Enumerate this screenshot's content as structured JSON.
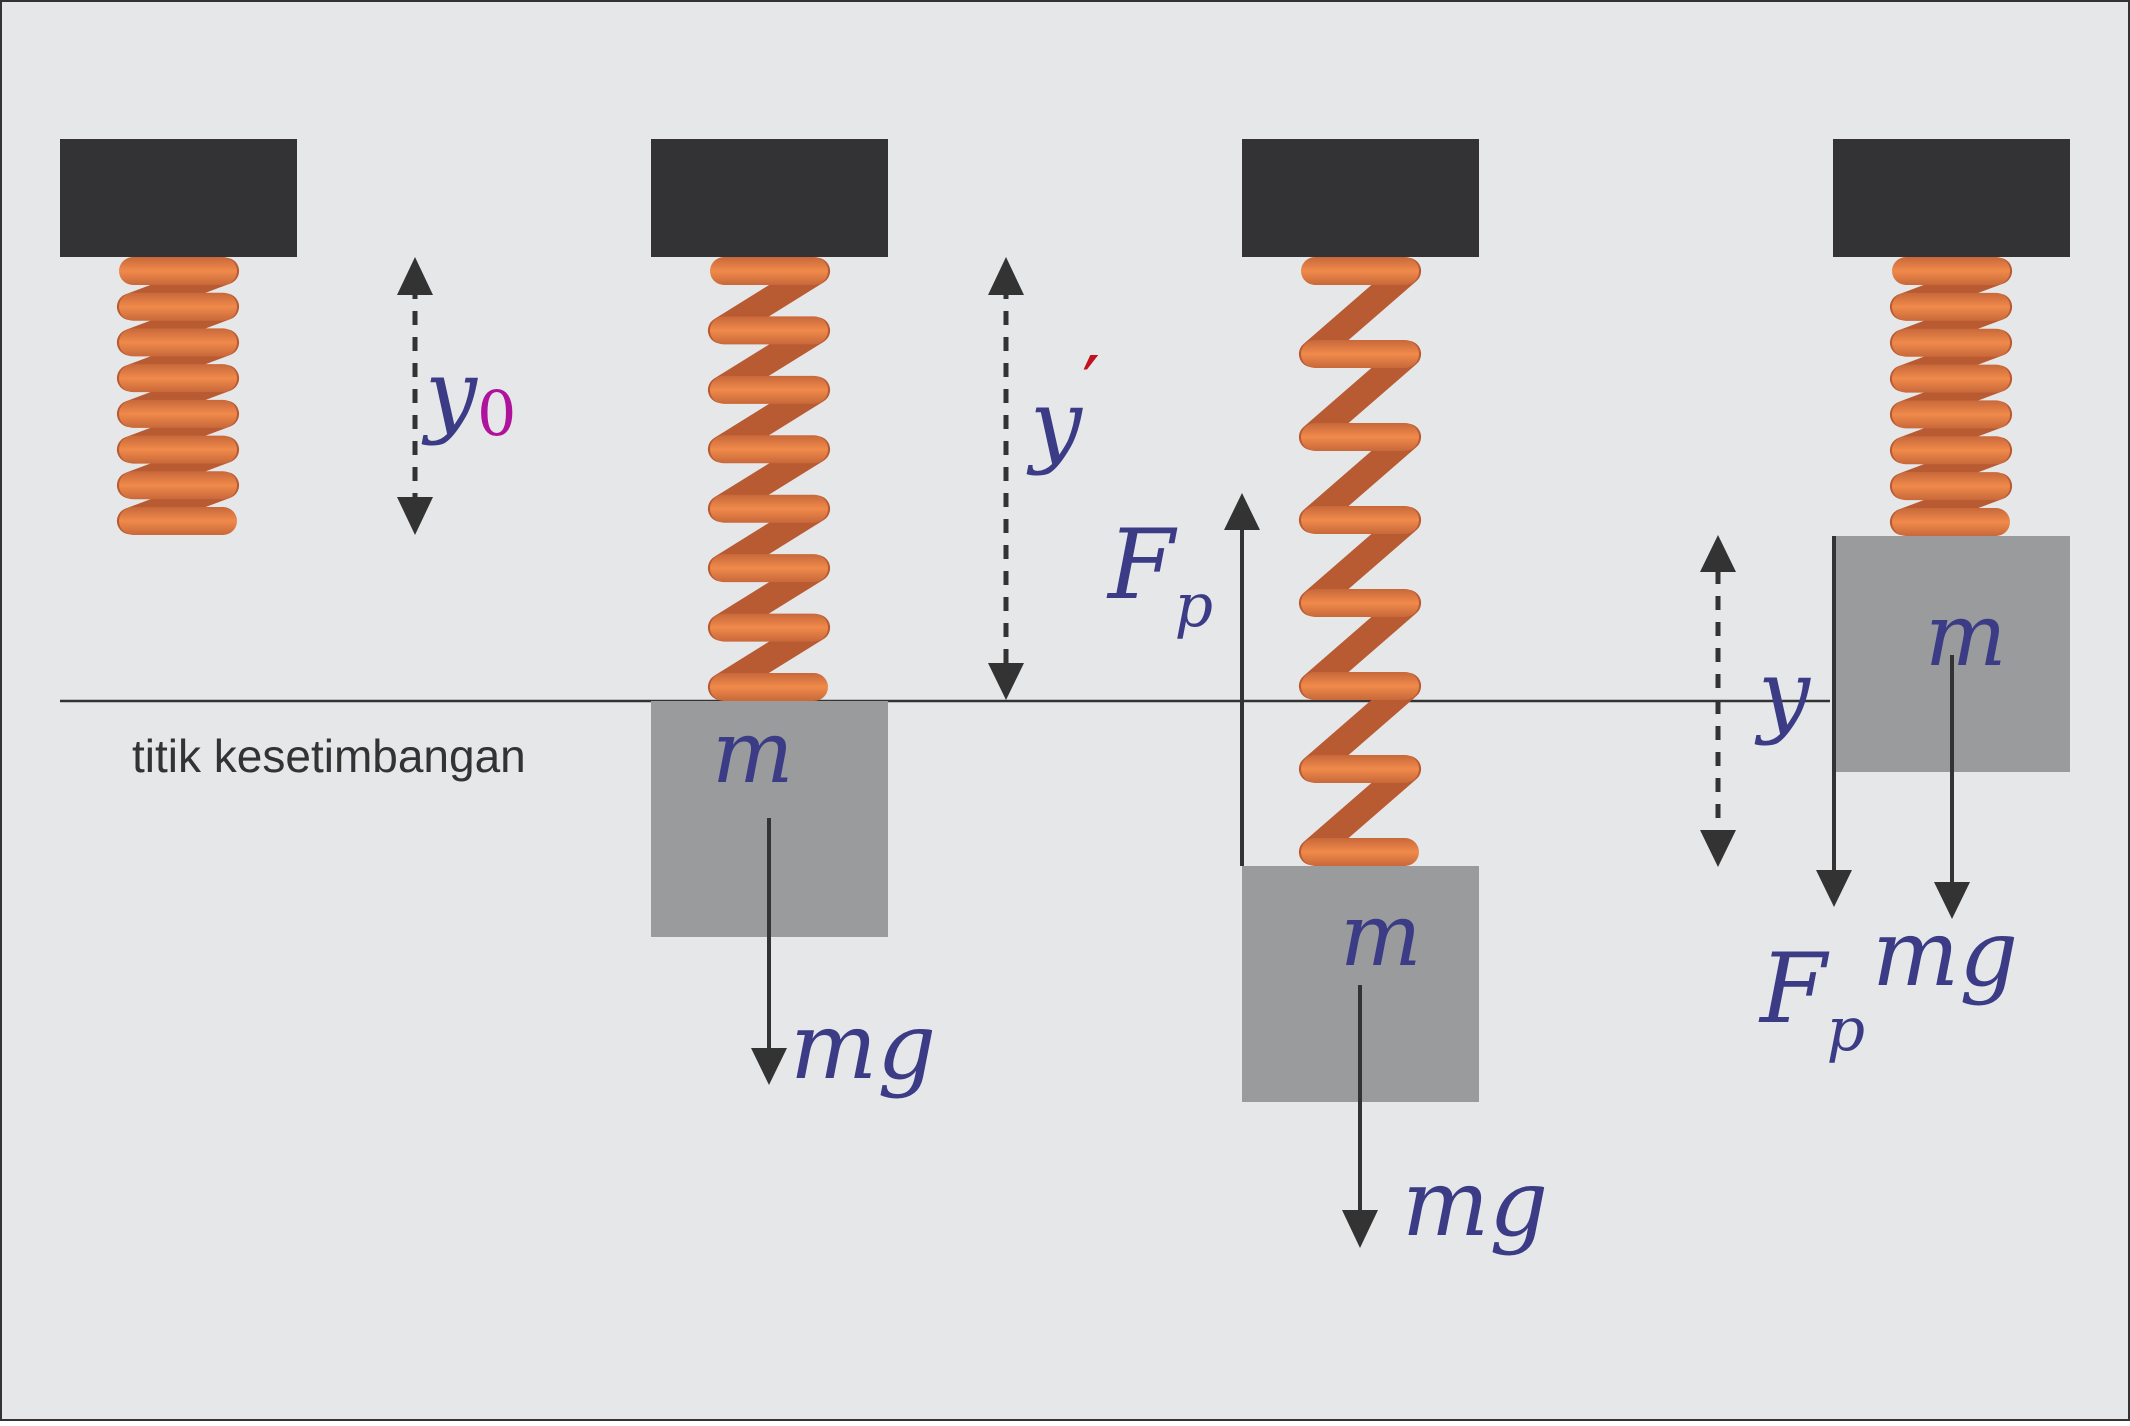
{
  "caption": "titik kesetimbangan",
  "colors": {
    "background": "#e6e7e9",
    "support": "#333234",
    "spring_light": "#f08a4b",
    "spring_dark": "#b85a32",
    "mass": "#9a9b9d",
    "math": "#3b3b86",
    "sub_zero": "#b0139b",
    "prime": "#c0121f",
    "line": "#333333"
  },
  "labels": {
    "y0_main": "y",
    "y0_sub": "0",
    "yprime_main": "y",
    "yprime_mark": "′",
    "y": "y",
    "mass": "m",
    "weight": "mg",
    "spring_force_main": "F",
    "spring_force_sub": "p"
  }
}
